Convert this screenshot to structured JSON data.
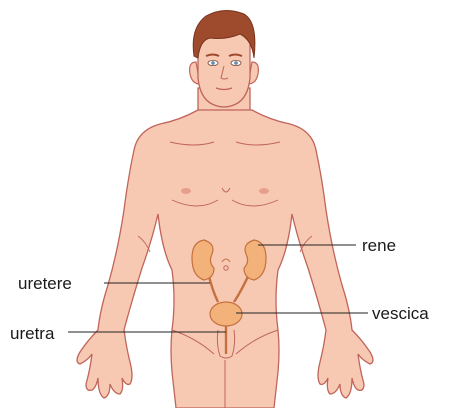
{
  "labels": {
    "rene": "rene",
    "uretere": "uretere",
    "vescica": "vescica",
    "uretra": "uretra"
  },
  "colors": {
    "skin": "#f7c9b3",
    "skin_outline": "#c0655a",
    "hair": "#9e4a2c",
    "kidney": "#f2b27a",
    "kidney_outline": "#c5713f",
    "leader_line": "#222222"
  },
  "icons": {
    "figure": "human-body-figure",
    "organs": "urinary-system-organs"
  }
}
